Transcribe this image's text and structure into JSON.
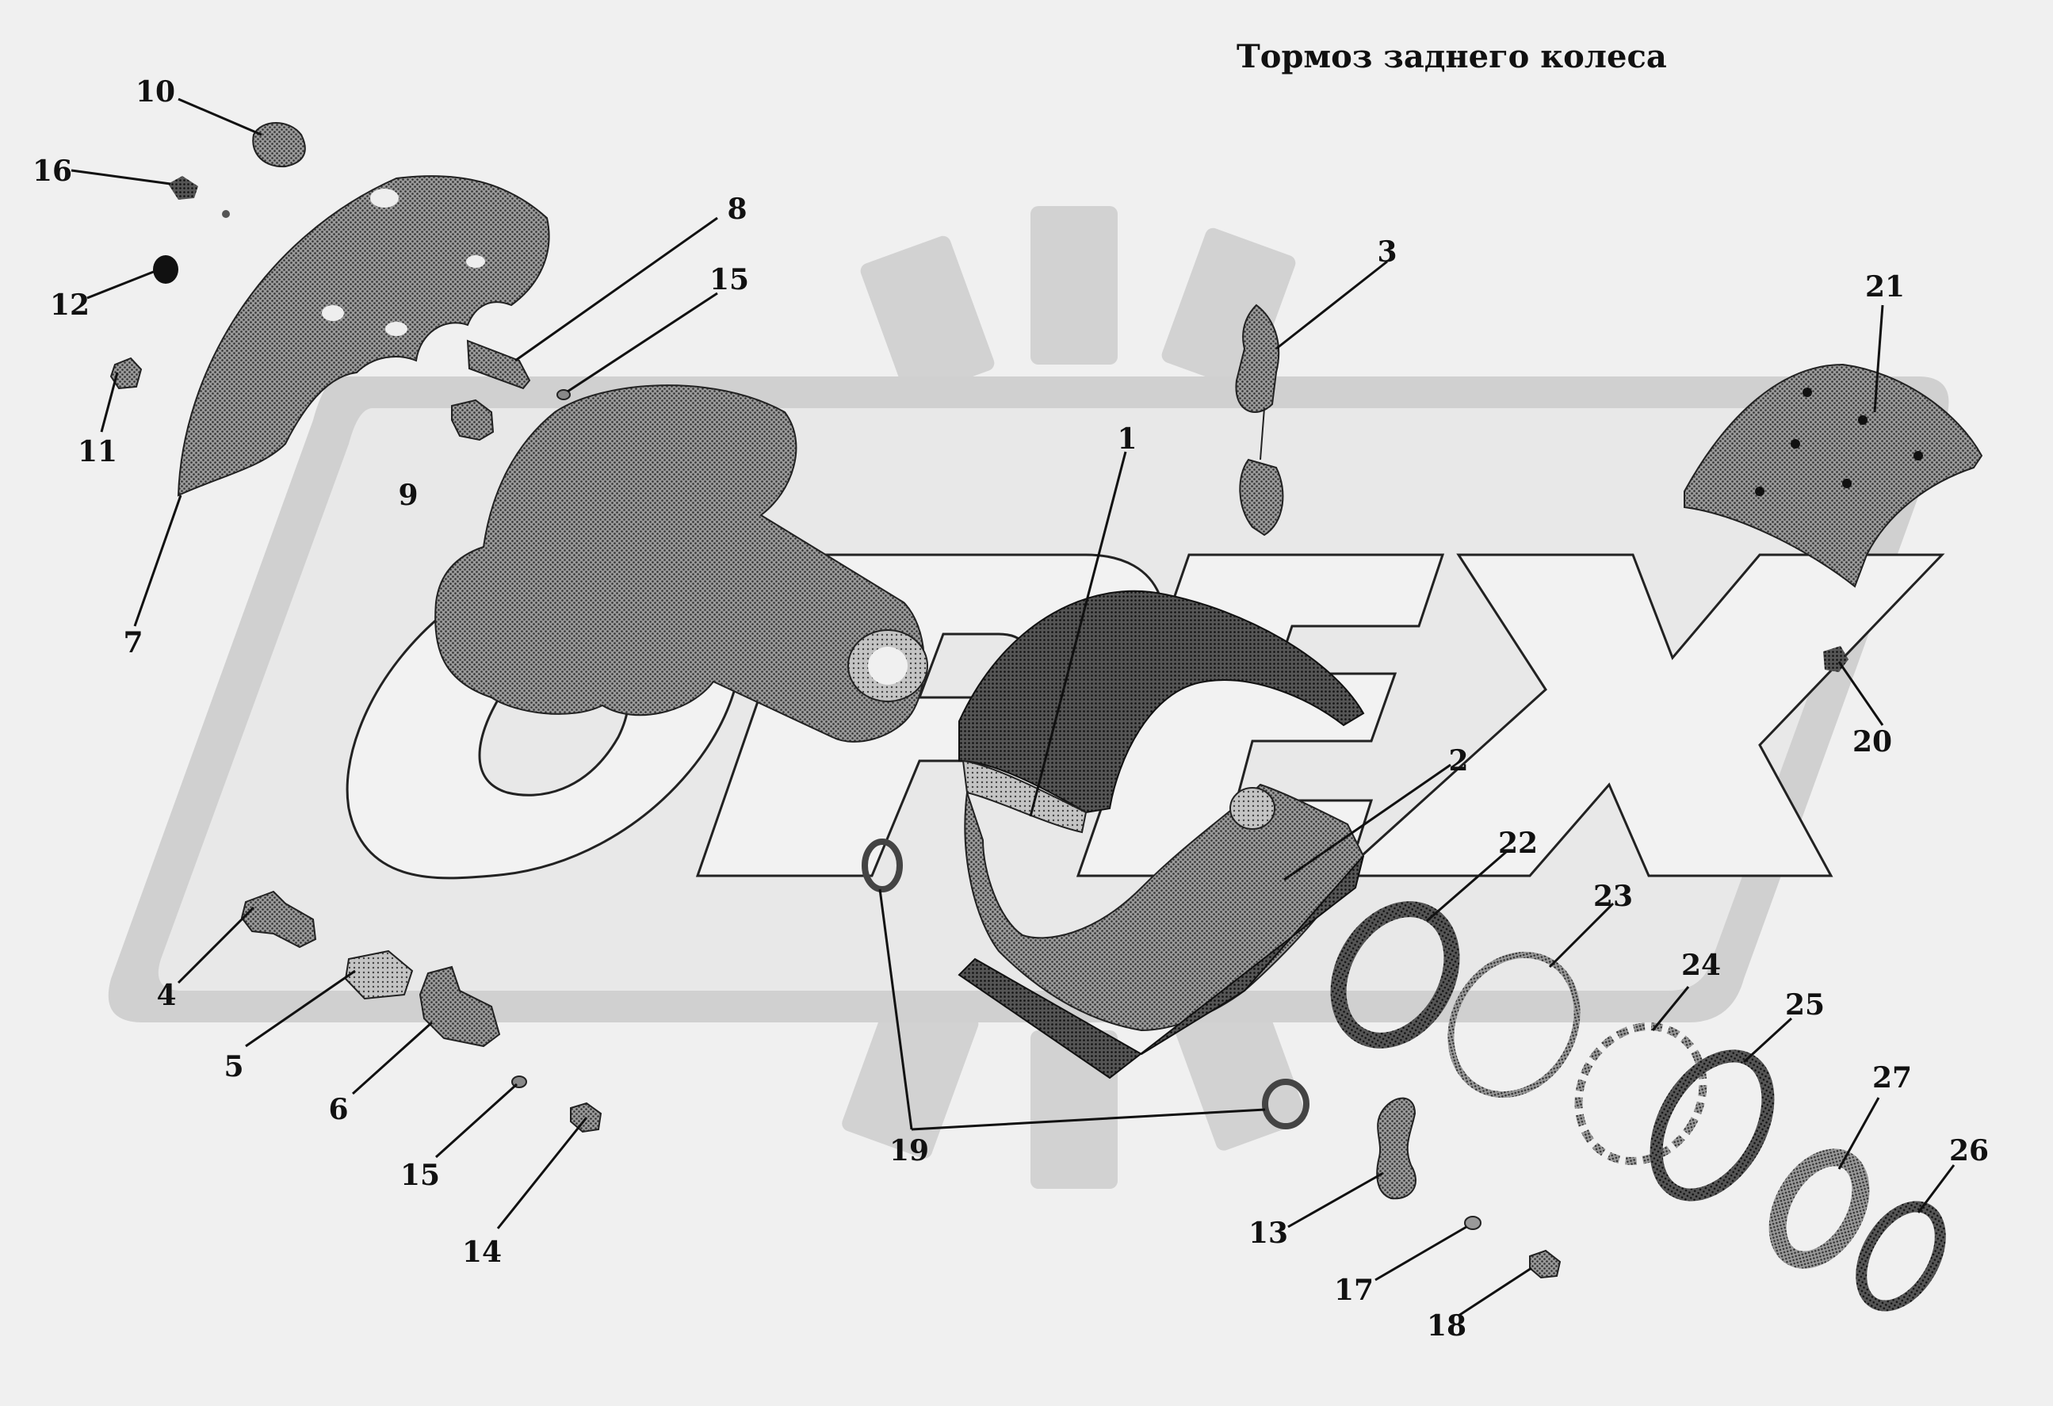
{
  "title": "Тормоз заднего колеса",
  "watermark": "ОРЕХ",
  "colors": {
    "background": "#f0f0f0",
    "watermark": "#d0d0d0",
    "part_fill": "#8c8c8c",
    "part_dark": "#3a3a3a",
    "line": "#111111"
  },
  "callouts": [
    {
      "id": "1",
      "label": "1",
      "part": "brake-shoe-upper"
    },
    {
      "id": "2",
      "label": "2",
      "part": "brake-shoe-lower"
    },
    {
      "id": "3",
      "label": "3",
      "part": "return-spring"
    },
    {
      "id": "4",
      "label": "4",
      "part": "bolt"
    },
    {
      "id": "5",
      "label": "5",
      "part": "bushing"
    },
    {
      "id": "6",
      "label": "6",
      "part": "bracket-bolt"
    },
    {
      "id": "7",
      "label": "7",
      "part": "dust-shield"
    },
    {
      "id": "8",
      "label": "8",
      "part": "pin"
    },
    {
      "id": "9",
      "label": "9",
      "part": "plug"
    },
    {
      "id": "10",
      "label": "10",
      "part": "cap"
    },
    {
      "id": "11",
      "label": "11",
      "part": "nut"
    },
    {
      "id": "12",
      "label": "12",
      "part": "plug-round"
    },
    {
      "id": "13",
      "label": "13",
      "part": "lock-plate"
    },
    {
      "id": "14",
      "label": "14",
      "part": "screw"
    },
    {
      "id": "15",
      "label": "15",
      "part": "washer-small"
    },
    {
      "id": "16",
      "label": "16",
      "part": "small-bolt"
    },
    {
      "id": "17",
      "label": "17",
      "part": "spring-washer"
    },
    {
      "id": "18",
      "label": "18",
      "part": "bolt-small"
    },
    {
      "id": "19",
      "label": "19",
      "part": "seal-ring"
    },
    {
      "id": "20",
      "label": "20",
      "part": "rivet"
    },
    {
      "id": "21",
      "label": "21",
      "part": "lining"
    },
    {
      "id": "22",
      "label": "22",
      "part": "ring-22"
    },
    {
      "id": "23",
      "label": "23",
      "part": "ring-23"
    },
    {
      "id": "24",
      "label": "24",
      "part": "tooth-washer"
    },
    {
      "id": "25",
      "label": "25",
      "part": "ring-25"
    },
    {
      "id": "26",
      "label": "26",
      "part": "ring-26"
    },
    {
      "id": "27",
      "label": "27",
      "part": "ring-27"
    }
  ]
}
